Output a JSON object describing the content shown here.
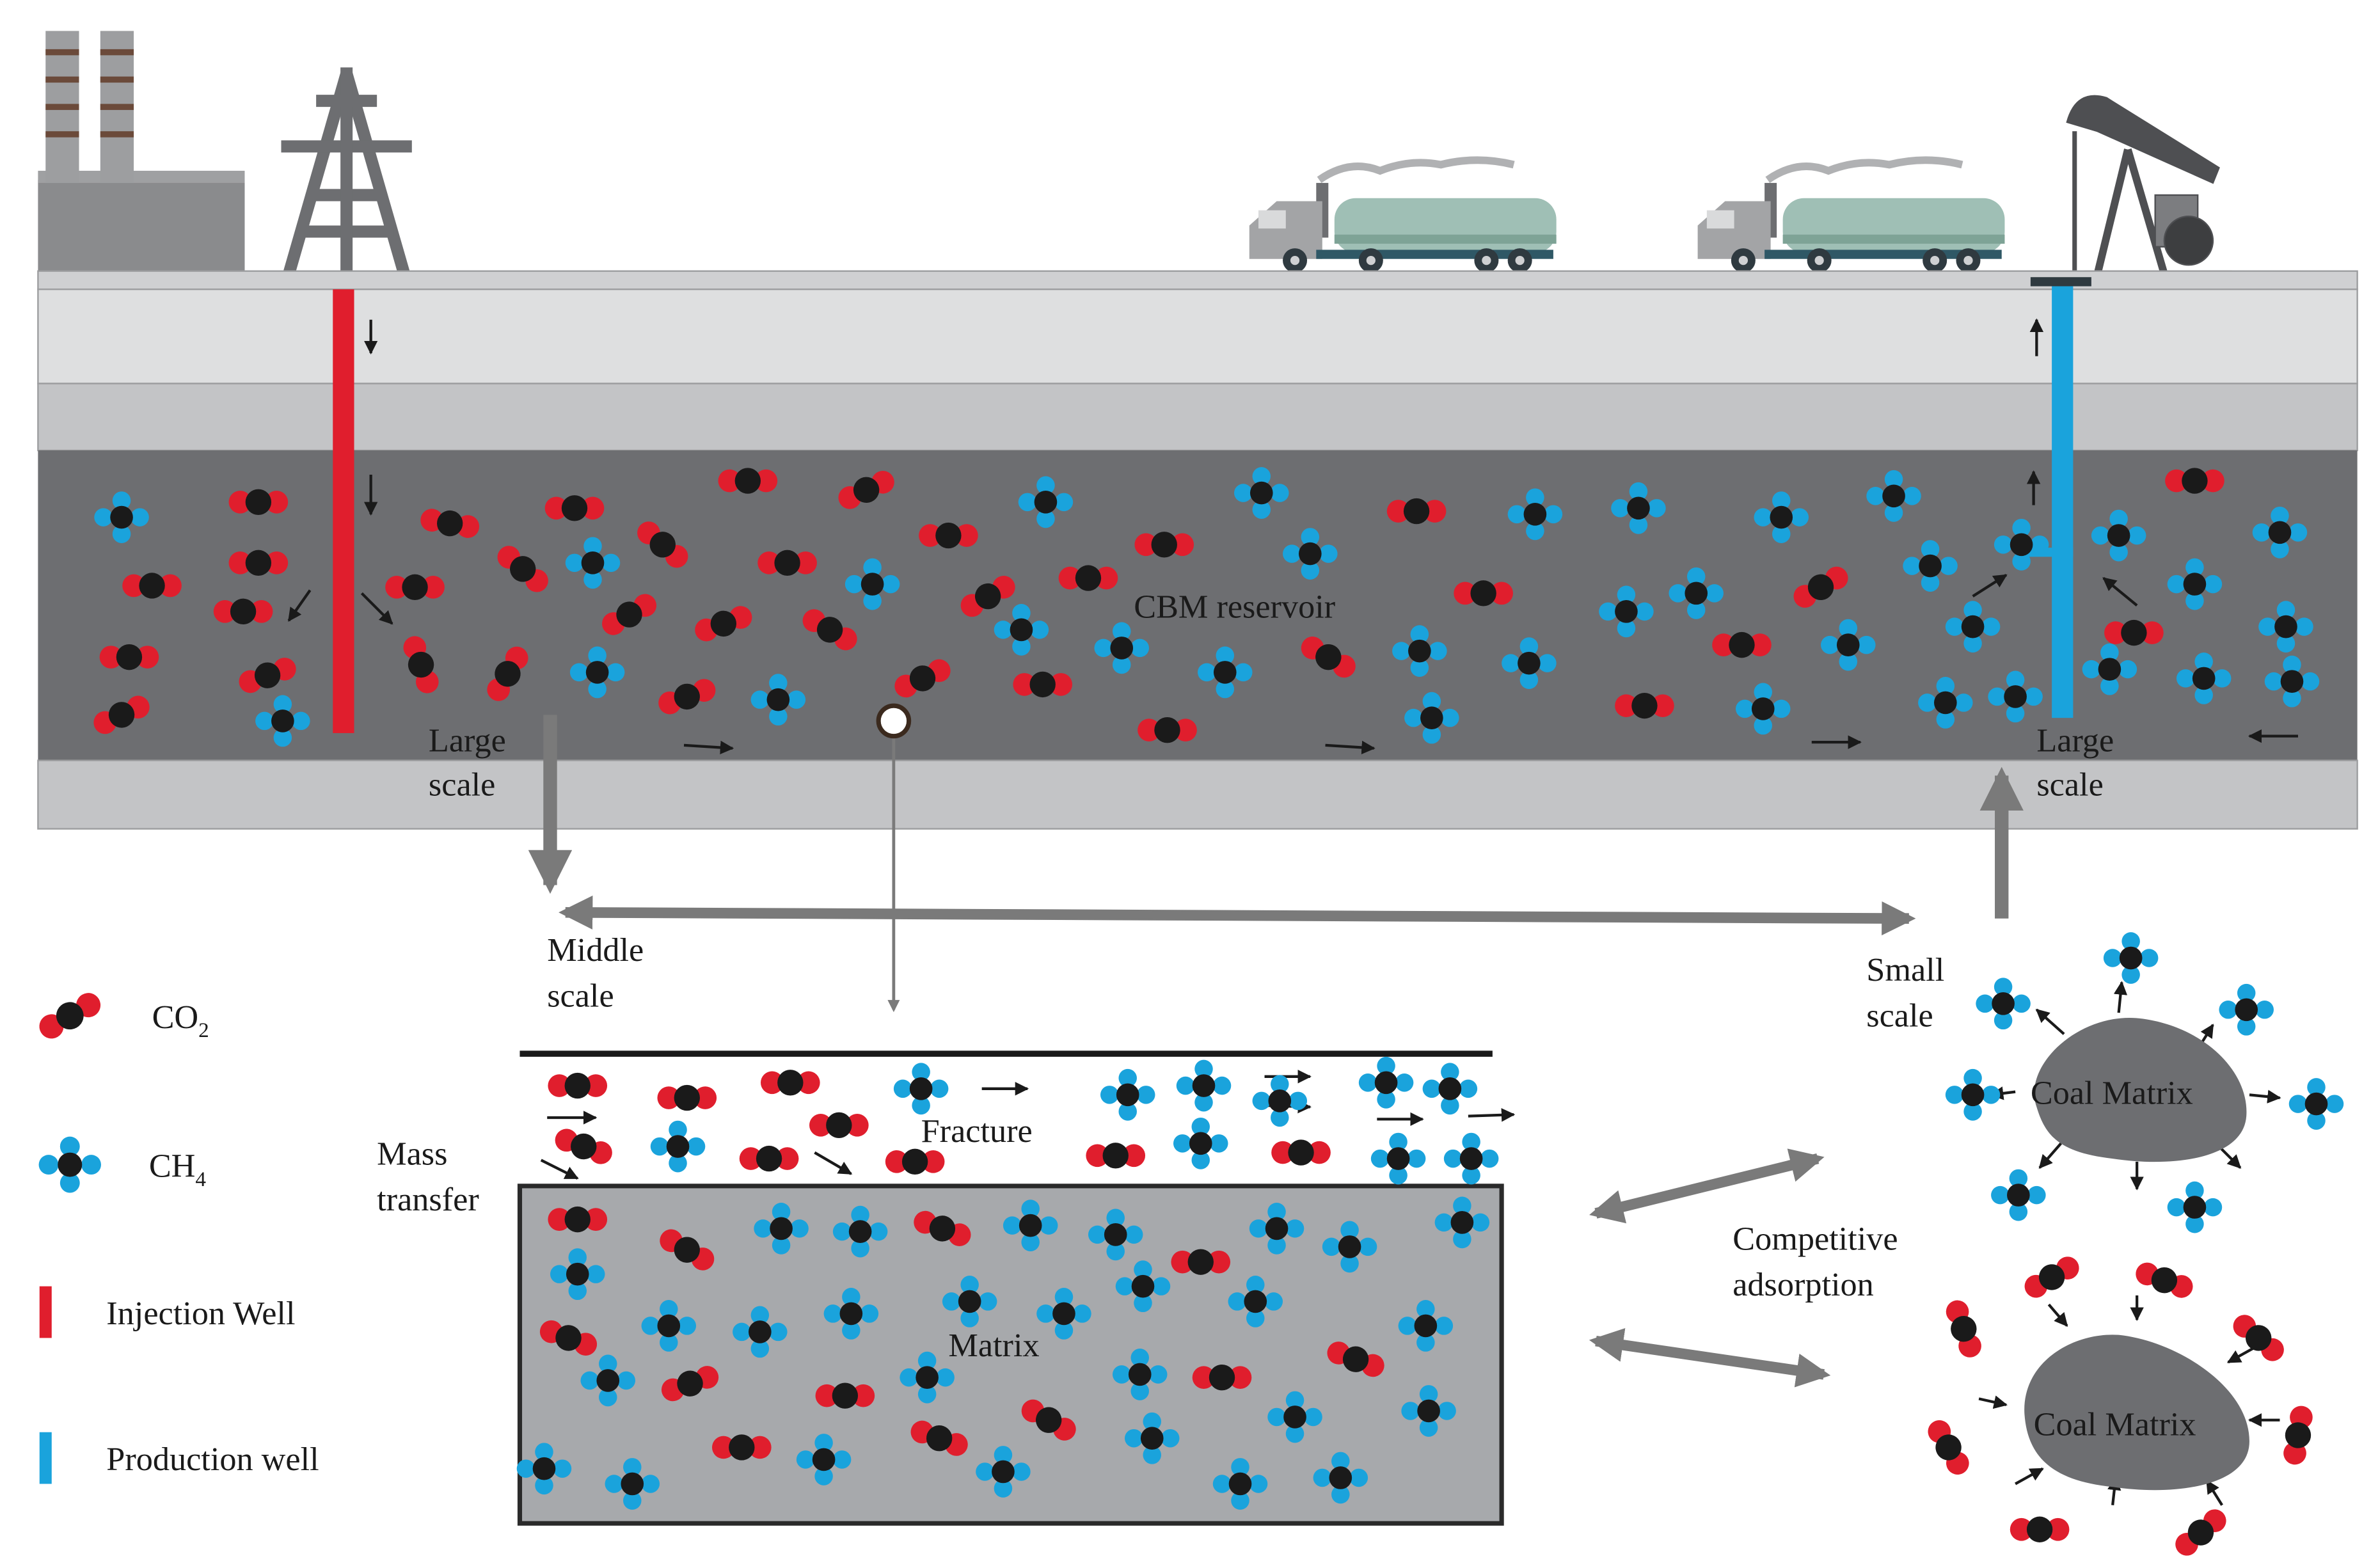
{
  "labels": {
    "reservoir": "CBM reservoir",
    "large_scale_left_1": "Large",
    "large_scale_left_2": "scale",
    "large_scale_right_1": "Large",
    "large_scale_right_2": "scale",
    "middle_scale_1": "Middle",
    "middle_scale_2": "scale",
    "small_scale_1": "Small",
    "small_scale_2": "scale",
    "fracture": "Fracture",
    "matrix": "Matrix",
    "mass_transfer_1": "Mass",
    "mass_transfer_2": "transfer",
    "competitive_1": "Competitive",
    "competitive_2": "adsorption",
    "coal_matrix_top": "Coal Matrix",
    "coal_matrix_bottom": "Coal Matrix"
  },
  "legend": {
    "co2": "CO",
    "co2_sub": "2",
    "ch4": "CH",
    "ch4_sub": "4",
    "injection": "Injection Well",
    "production": "Production well"
  },
  "colors": {
    "co2_red": "#e01e2d",
    "carbon_black": "#1a1a1a",
    "ch4_blue": "#1aa3dc",
    "injection_well": "#e01e2d",
    "production_well": "#1aa3dc",
    "reservoir": "#6d6e71",
    "strata_light": "#d9dadb",
    "strata_mid": "#bfc0c2",
    "matrix_fill": "#a7a9ac"
  }
}
